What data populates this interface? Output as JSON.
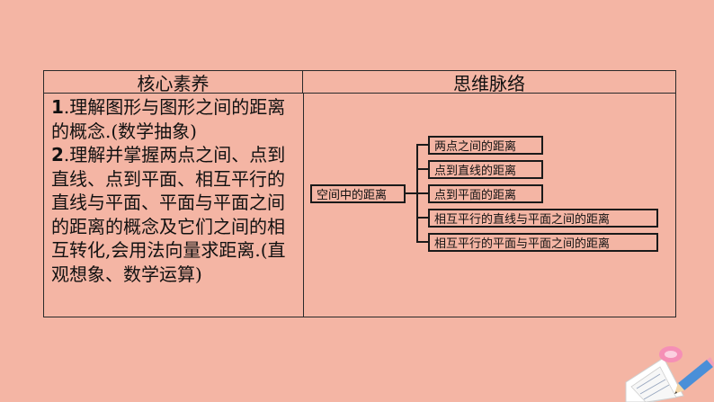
{
  "table": {
    "header_left": "核心素养",
    "header_right": "思维脉络",
    "item1_num": "1",
    "item1_text": ".理解图形与图形之间的距离的概念.(数学抽象)",
    "item2_num": "2",
    "item2_text": ".理解并掌握两点之间、点到直线、点到平面、相互平行的直线与平面、平面与平面之间的距离的概念及它们之间的相互转化,会用法向量求距离.(直观想象、数学运算)"
  },
  "mindmap": {
    "root": "空间中的距离",
    "branches": [
      "两点之间的距离",
      "点到直线的距离",
      "点到平面的距离",
      "相互平行的直线与平面之间的距离",
      "相互平行的平面与平面之间的距离"
    ]
  },
  "colors": {
    "background": "#F4B5A4",
    "border": "#1a1a1a"
  }
}
